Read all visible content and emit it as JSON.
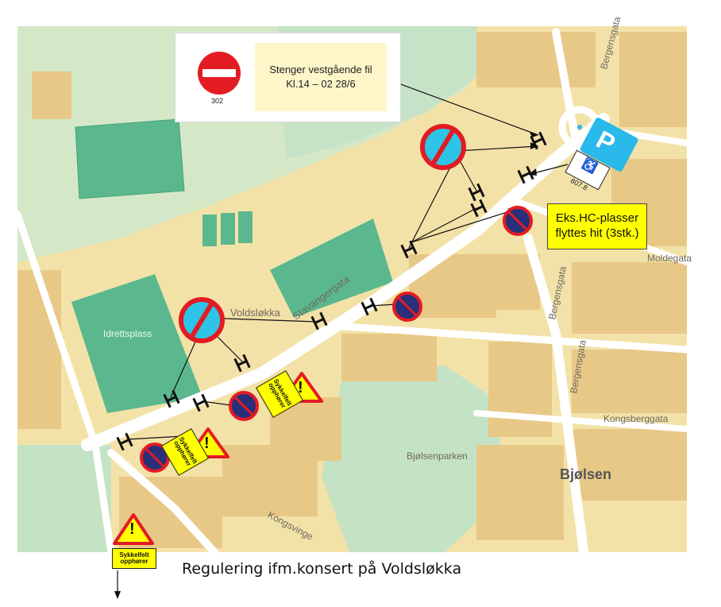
{
  "callout": {
    "sign_code": "302",
    "note_line1": "Stenger vestgående fil",
    "note_line2": "Kl.14 – 02  28/6"
  },
  "hc_note": {
    "line1": "Eks.HC-plasser",
    "line2": "flyttes hit (3stk.)"
  },
  "hc_sign": {
    "parking_letter": "P",
    "sub_code": "807.8",
    "sub_glyph": "♿"
  },
  "warning": {
    "glyph": "!",
    "panel_line1": "Sykkelfelt",
    "panel_line2": "opphører"
  },
  "map_labels": {
    "voldslokka": "Voldsløkka",
    "idrettsplass": "Idrettsplass",
    "stavangergata": "Stavangergata",
    "bergensgata_top": "Bergensgata",
    "bergensgata_mid": "Bergensgata",
    "bergensgata_low": "Bergensgata",
    "moldegata": "Moldegata",
    "kongsberggata": "Kongsberggata",
    "bjolsenparken": "Bjølsenparken",
    "bjolsen": "Bjølsen",
    "kongsvinger": "Kongsvinge"
  },
  "caption": "Regulering ifm.konsert på Voldsløkka",
  "colors": {
    "land": "#f3e2a8",
    "block": "#e8c887",
    "park": "#c4e2c4",
    "field": "#5bb88e",
    "road": "#ffffff",
    "prohibition_red": "#e31b23",
    "no_stopping_blue": "#2a2f7a",
    "no_waiting_cyan": "#2ec4e8",
    "parking_sign_blue": "#29b9ea",
    "panel_yellow": "#ffff00"
  }
}
